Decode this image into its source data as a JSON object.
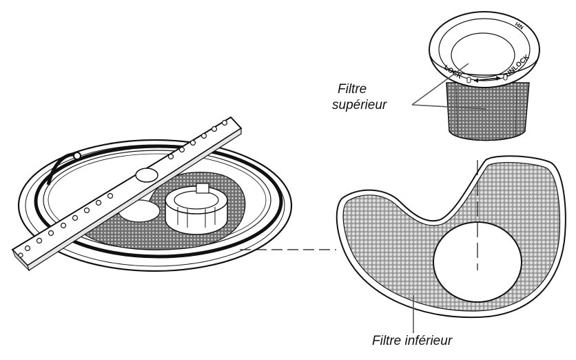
{
  "labels": {
    "upper_filter_line1": "Filtre",
    "upper_filter_line2": "supérieur",
    "lower_filter": "Filtre inférieur",
    "lock_text": "LOCK",
    "unlock_text": "UNLOCK",
    "rim_mark": "I4N"
  },
  "colors": {
    "ink": "#111111",
    "mesh_fill": "#9a9a9a",
    "mesh_light": "#d9d9d9",
    "background": "#ffffff"
  }
}
